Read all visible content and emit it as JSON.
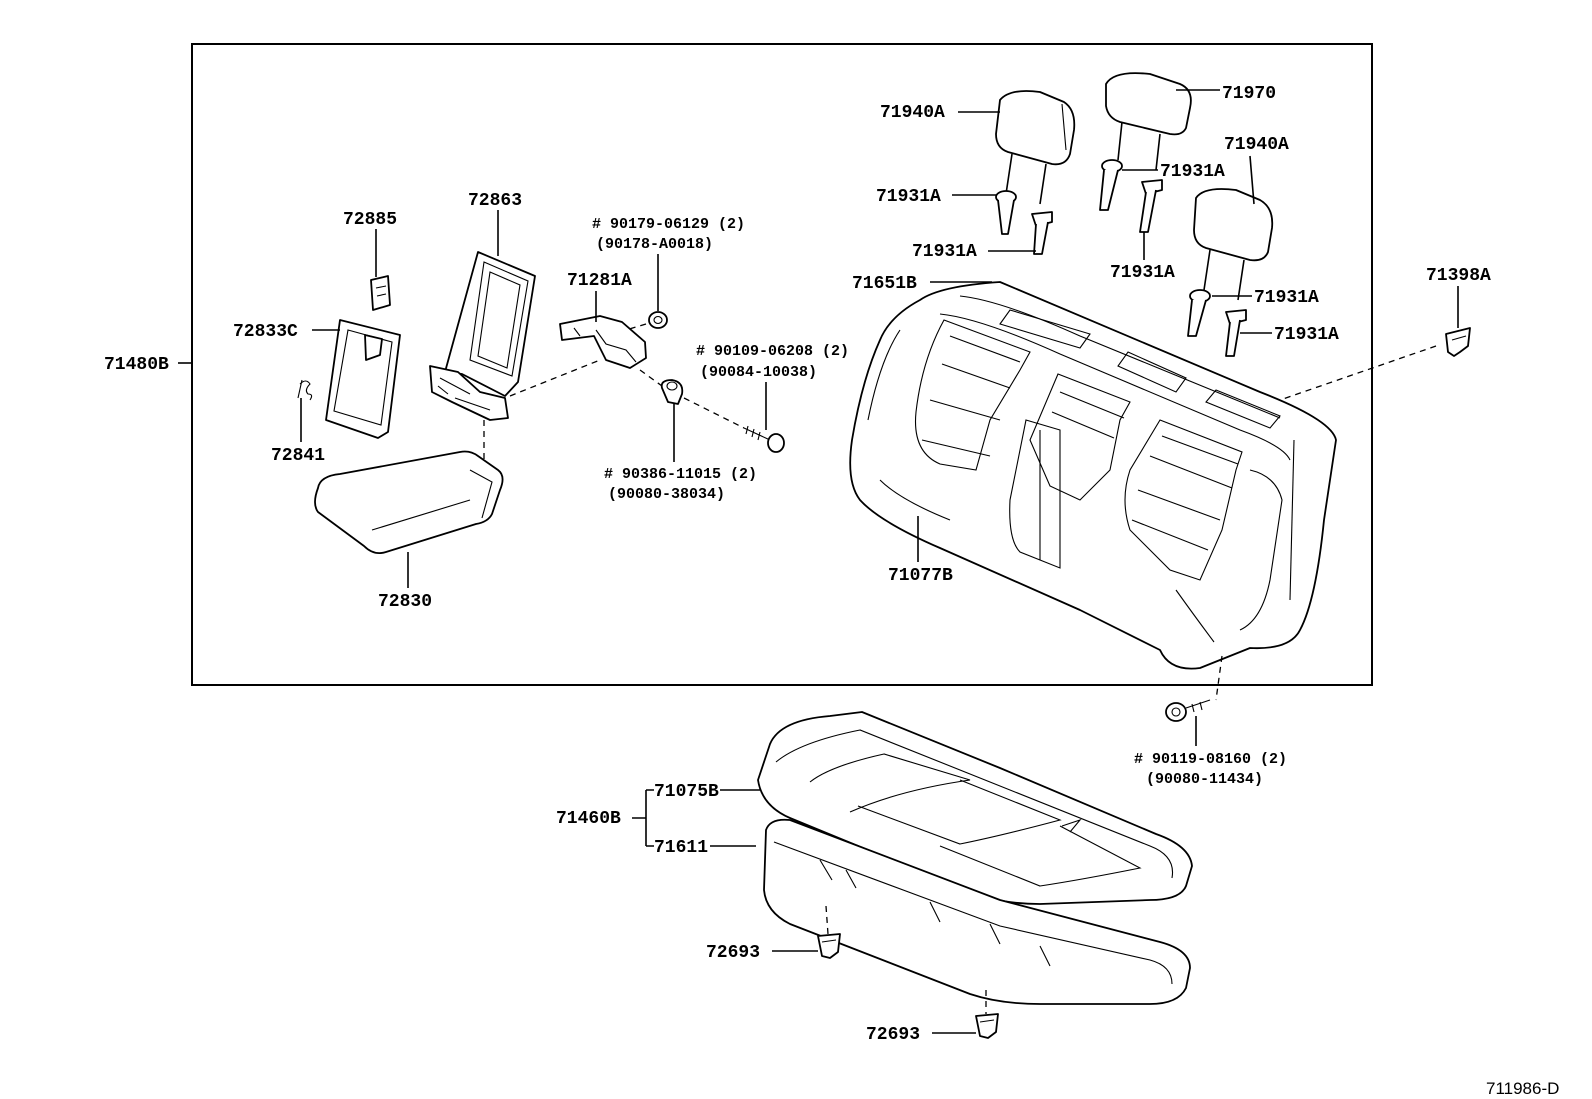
{
  "diagram_code": "711986-D",
  "labels": {
    "p71480b": "71480B",
    "p72885": "72885",
    "p72863": "72863",
    "p72833c": "72833C",
    "p72841": "72841",
    "p72830": "72830",
    "p71281a": "71281A",
    "b90179": "# 90179-06129 (2)",
    "b90178": "(90178-A0018)",
    "b90109": "# 90109-06208 (2)",
    "b90084": "(90084-10038)",
    "b90386": "# 90386-11015 (2)",
    "b90080a": "(90080-38034)",
    "p71940a_1": "71940A",
    "p71970": "71970",
    "p71940a_2": "71940A",
    "p71931a_1": "71931A",
    "p71931a_2": "71931A",
    "p71931a_3": "71931A",
    "p71931a_4": "71931A",
    "p71931a_5": "71931A",
    "p71931a_6": "71931A",
    "p71651b": "71651B",
    "p71077b": "71077B",
    "p71398a": "71398A",
    "b90119": "# 90119-08160 (2)",
    "b90080b": "(90080-11434)",
    "p71460b": "71460B",
    "p71075b": "71075B",
    "p71611": "71611",
    "p72693_1": "72693",
    "p72693_2": "72693"
  }
}
